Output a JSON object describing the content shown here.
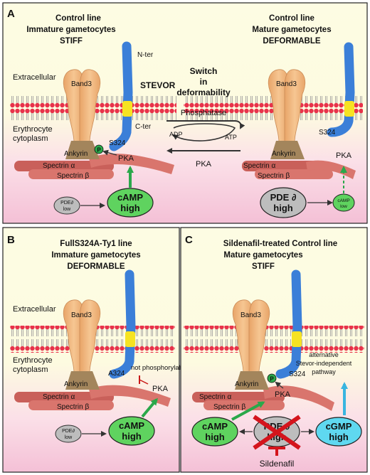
{
  "panel_a": {
    "letter": "A",
    "left": {
      "line": "Control line",
      "stage": "Immature gametocytes",
      "state": "STIFF"
    },
    "right": {
      "line": "Control line",
      "stage": "Mature gametocytes",
      "state": "DEFORMABLE"
    },
    "n_ter": "N-ter",
    "c_ter": "C-ter",
    "stevor": "STEVOR",
    "switch_1": "Switch",
    "switch_2": "in",
    "switch_3": "deformability",
    "extracellular": "Extracellular",
    "cytoplasm_1": "Erythrocyte",
    "cytoplasm_2": "cytoplasm",
    "band3": "Band3",
    "ankyrin": "Ankyrin",
    "spectrin_a": "Spectrin α",
    "spectrin_b": "Spectrin β",
    "phosphatase": "Phosphatase",
    "pka_mid": "PKA",
    "adp": "ADP",
    "atp": "ATP",
    "s324": "S324",
    "p": "P",
    "pka": "PKA",
    "pde_low_1": "PDE∂",
    "pde_low_2": "low",
    "camp_high_1": "cAMP",
    "camp_high_2": "high",
    "pde_high_1": "PDE ∂",
    "pde_high_2": "high",
    "camp_low_1": "cAMP",
    "camp_low_2": "low"
  },
  "panel_b": {
    "letter": "B",
    "line": "FullS324A-Ty1 line",
    "stage": "Immature gametocytes",
    "state": "DEFORMABLE",
    "extracellular": "Extracellular",
    "cytoplasm_1": "Erythrocyte",
    "cytoplasm_2": "cytoplasm",
    "band3": "Band3",
    "ankyrin": "Ankyrin",
    "spectrin_a": "Spectrin α",
    "spectrin_b": "Spectrin β",
    "a324": "A324",
    "not_phos": "not phosphorylable",
    "pka": "PKA",
    "pde_low_1": "PDE∂",
    "pde_low_2": "low",
    "camp_high_1": "cAMP",
    "camp_high_2": "high"
  },
  "panel_c": {
    "letter": "C",
    "line": "Sildenafil-treated Control line",
    "stage": "Mature gametocytes",
    "state": "STIFF",
    "band3": "Band3",
    "ankyrin": "Ankyrin",
    "spectrin_a": "Spectrin α",
    "spectrin_b": "Spectrin β",
    "s324": "S324",
    "p": "P",
    "pka": "PKA",
    "alt_1": "alternative",
    "alt_2": "Stevor-independent",
    "alt_3": "pathway",
    "camp_high_1": "cAMP",
    "camp_high_2": "high",
    "pde_high_1": "PDE ∂",
    "pde_high_2": "high",
    "cgmp_high_1": "cGMP",
    "cgmp_high_2": "high",
    "sildenafil": "Sildenafil"
  },
  "colors": {
    "panel_bg_top": "#fdfbe0",
    "panel_bg_bottom": "#f6c6dc",
    "band3": "#f2b87f",
    "stevor": "#3b7fd8",
    "stevor_band": "#f6e322",
    "lipid_head": "#e8324a",
    "spectrin": "#d9756d",
    "camp": "#5fd35f",
    "arrow_green": "#2aa84a",
    "pde_gray": "#bdbdbd",
    "cgmp": "#5fd8f0",
    "title_red": "#d4141c",
    "stevor_text": "#1e4fb0"
  }
}
